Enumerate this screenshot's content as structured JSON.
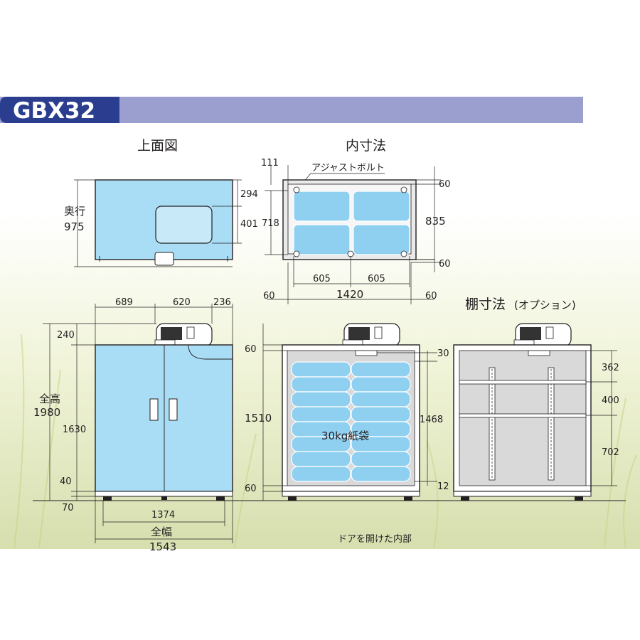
{
  "header": {
    "model": "GBX32",
    "bar_color": "#9b9fd0",
    "tab_color": "#2a3d8f"
  },
  "top_view": {
    "title": "上面図",
    "depth_label": "奥行",
    "depth": "975",
    "dim_294": "294",
    "dim_401": "401"
  },
  "inner_dims": {
    "title": "内寸法",
    "adjust_bolt": "アジャストボルト",
    "dim_111": "111",
    "dim_60_top": "60",
    "dim_718": "718",
    "dim_835": "835",
    "dim_60_bottom": "60",
    "dim_605_left": "605",
    "dim_605_right": "605",
    "dim_1420": "1420",
    "dim_60_left": "60",
    "dim_60_right": "60"
  },
  "front_view": {
    "dim_689": "689",
    "dim_620": "620",
    "dim_236": "236",
    "dim_240": "240",
    "height_label": "全高",
    "height": "1980",
    "dim_1630": "1630",
    "dim_40": "40",
    "dim_70": "70",
    "dim_1374": "1374",
    "width_label": "全幅",
    "width": "1543"
  },
  "interior_view": {
    "dim_60_top": "60",
    "dim_30": "30",
    "dim_1510": "1510",
    "dim_1468": "1468",
    "dim_60_bottom": "60",
    "dim_12": "12",
    "bag_label": "30kg紙袋",
    "caption": "ドアを開けた内部"
  },
  "shelf_view": {
    "title": "棚寸法",
    "title_sub": "(オプション)",
    "dim_362": "362",
    "dim_400": "400",
    "dim_702": "702"
  },
  "colors": {
    "cabinet_blue": "#a9dcf5",
    "bag_blue": "#8fd0f1",
    "interior_gray": "#d9d9d9"
  }
}
